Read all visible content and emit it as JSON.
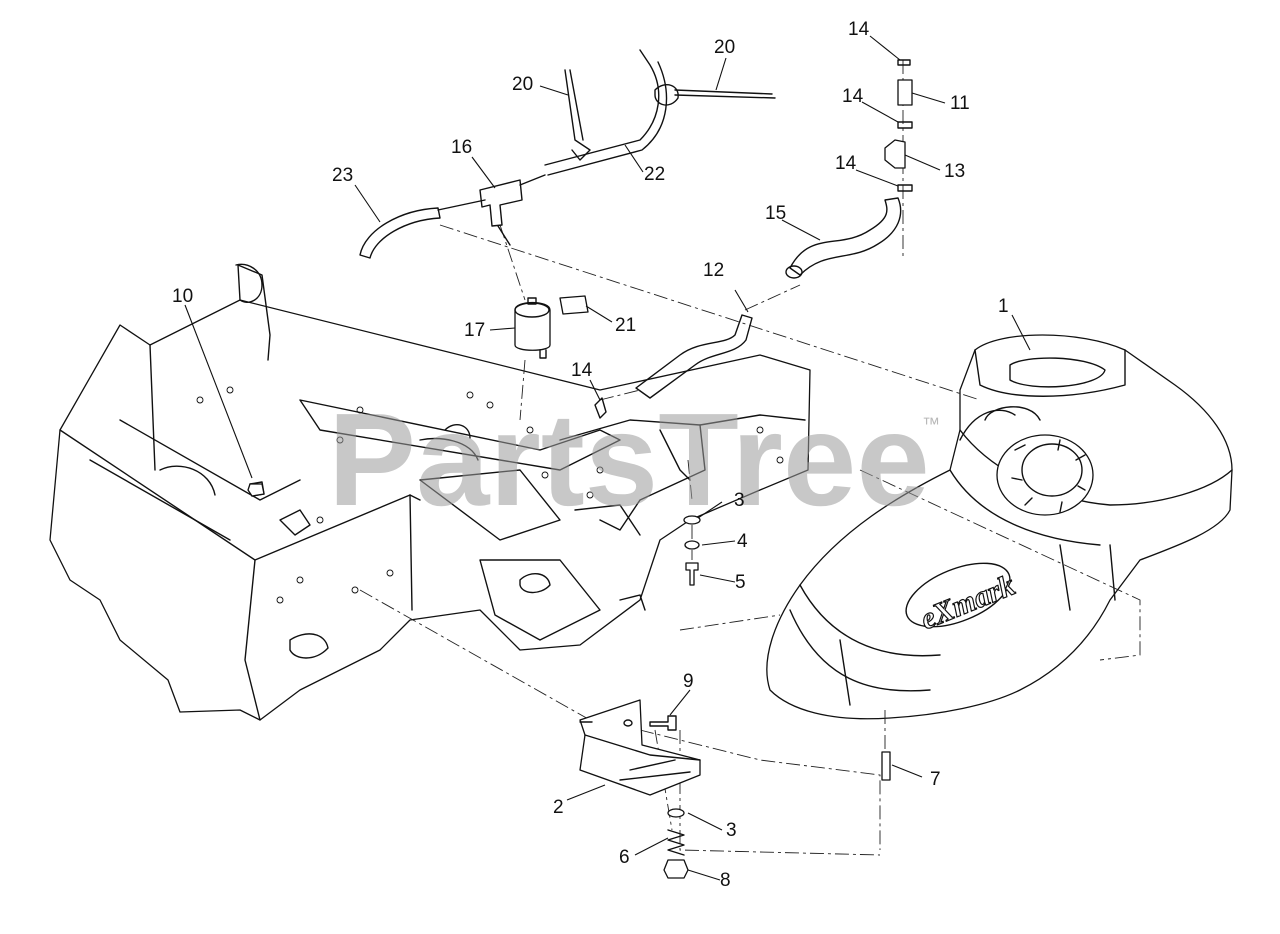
{
  "watermark": {
    "text": "PartsTree",
    "trademark": "™"
  },
  "brand_logo": {
    "text": "eXmark"
  },
  "callouts": {
    "c1": "1",
    "c2": "2",
    "c3a": "3",
    "c3b": "3",
    "c4": "4",
    "c5": "5",
    "c6": "6",
    "c7": "7",
    "c8": "8",
    "c9": "9",
    "c10": "10",
    "c11": "11",
    "c12": "12",
    "c13": "13",
    "c14a": "14",
    "c14b": "14",
    "c14c": "14",
    "c14d": "14",
    "c15": "15",
    "c16": "16",
    "c17": "17",
    "c20a": "20",
    "c20b": "20",
    "c21": "21",
    "c22": "22",
    "c23": "23"
  }
}
